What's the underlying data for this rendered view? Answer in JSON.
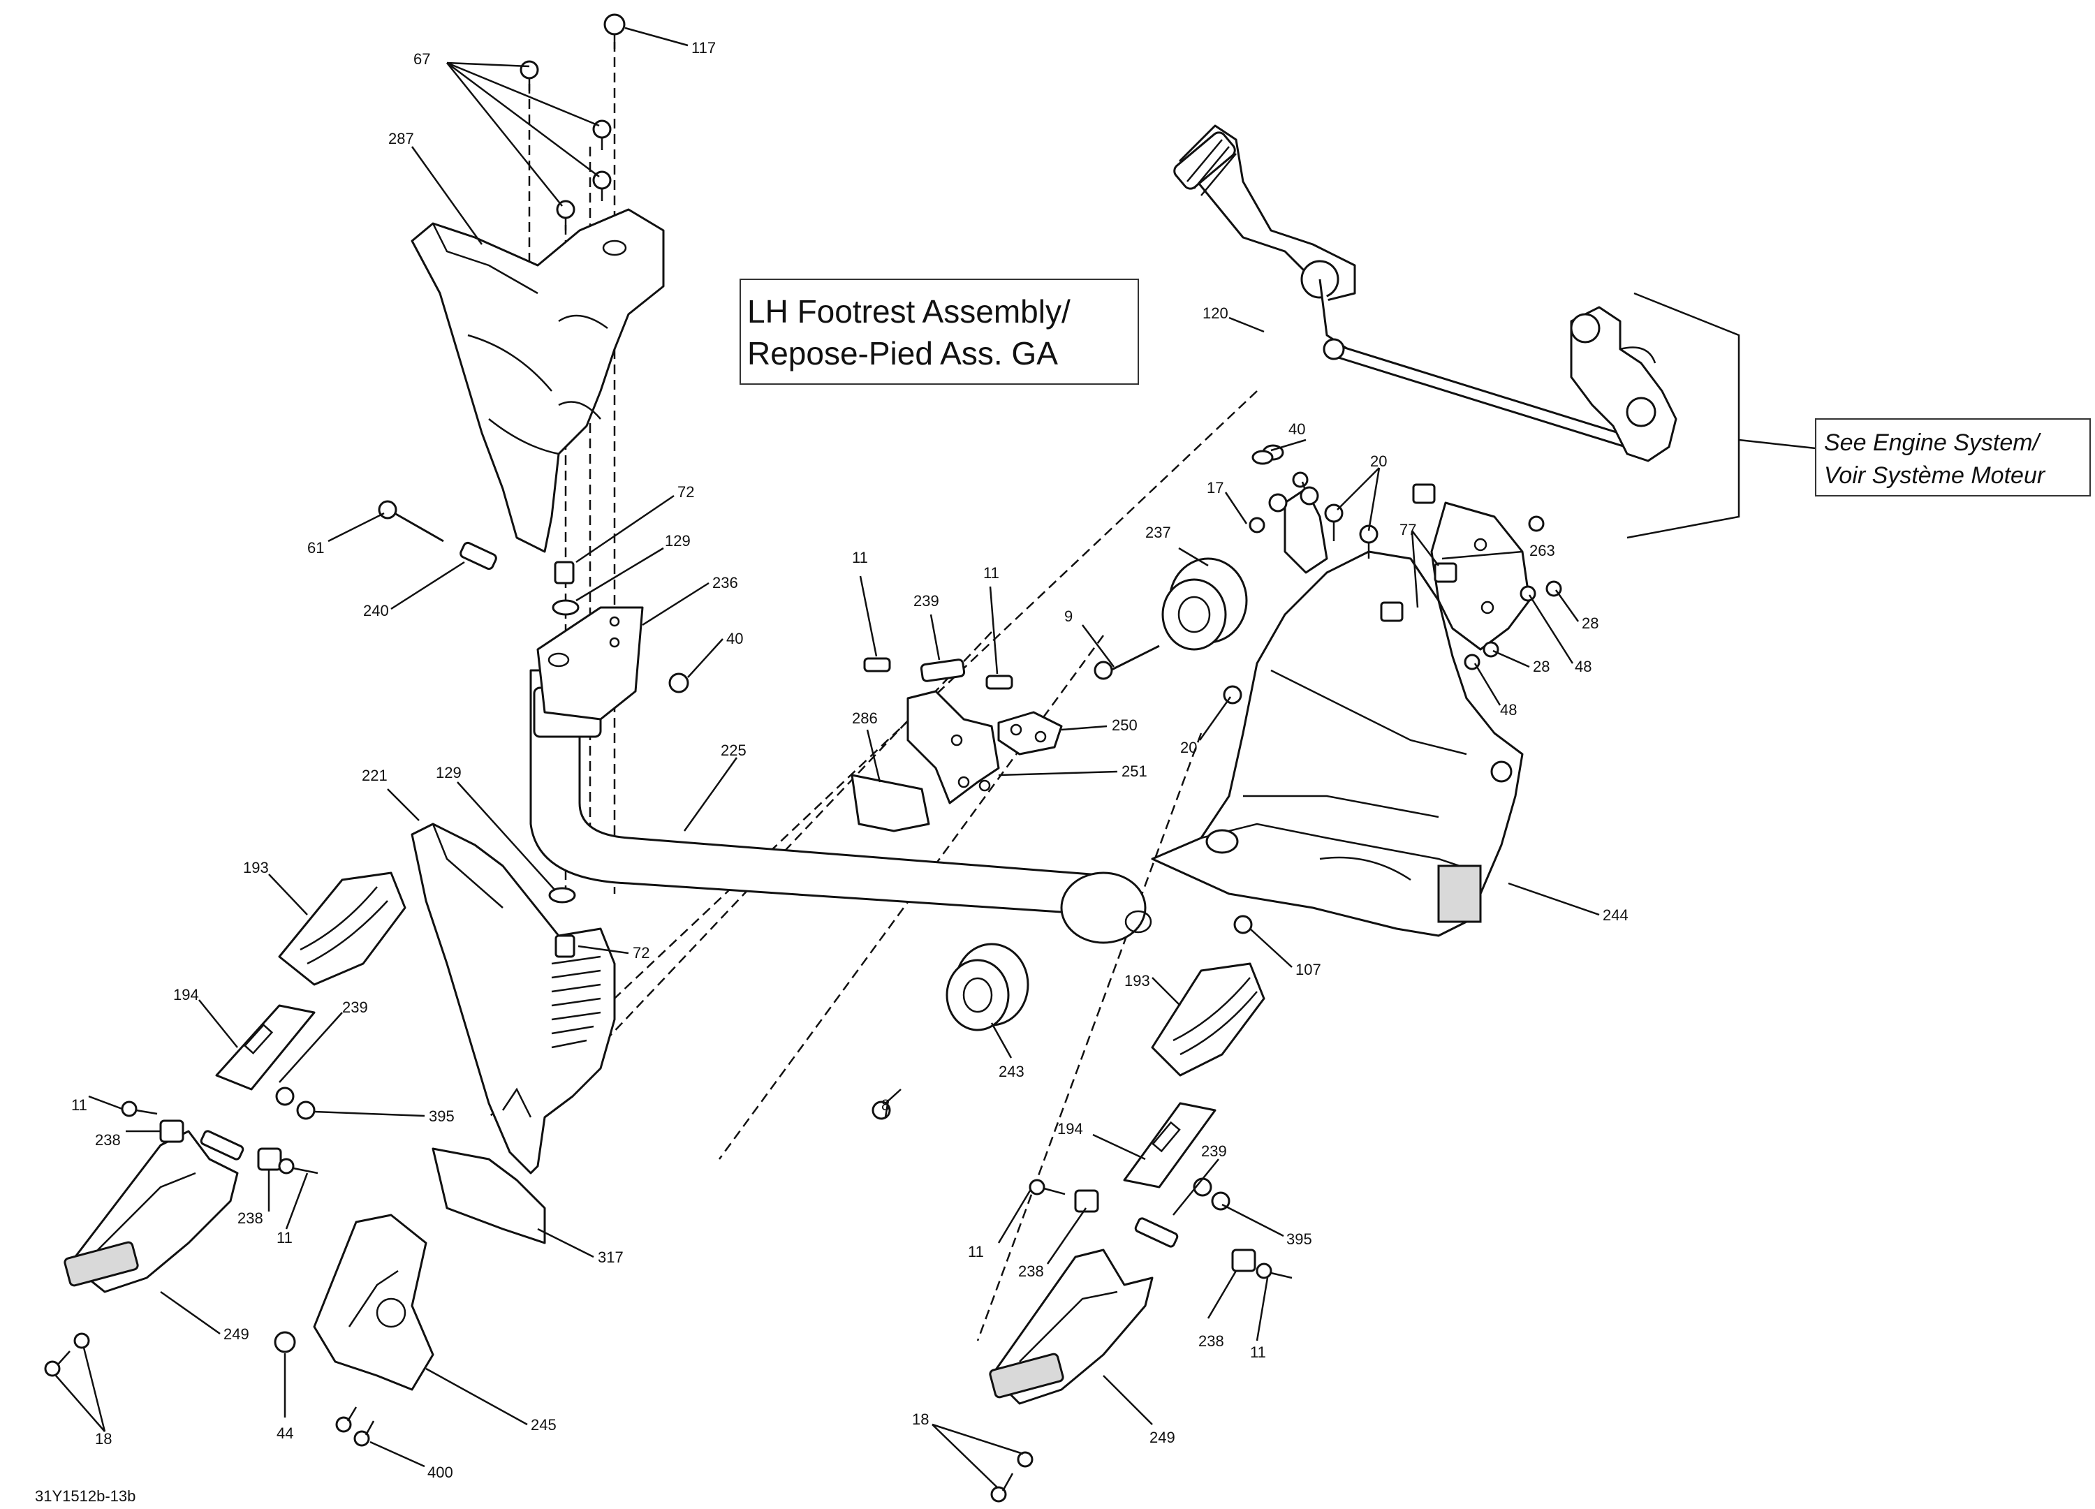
{
  "title": {
    "line1": "LH Footrest Assembly/",
    "line2": "Repose-Pied Ass. GA"
  },
  "note": {
    "line1": "See Engine System/",
    "line2": "Voir Système Moteur"
  },
  "drawing_code": "31Y1512b-13b",
  "callouts": {
    "c117": "117",
    "c67": "67",
    "c287": "287",
    "c61": "61",
    "c72a": "72",
    "c129a": "129",
    "c240": "240",
    "c236": "236",
    "c40a": "40",
    "c11a": "11",
    "c239a": "239",
    "c11b": "11",
    "c286": "286",
    "c250": "250",
    "c251": "251",
    "c225": "225",
    "c221": "221",
    "c129b": "129",
    "c72b": "72",
    "c193a": "193",
    "c194a": "194",
    "c239b": "239",
    "c11c": "11",
    "c238a": "238",
    "c395a": "395",
    "c238b": "238",
    "c11d": "11",
    "c249a": "249",
    "c18a": "18",
    "c317": "317",
    "c44": "44",
    "c245": "245",
    "c400": "400",
    "c120": "120",
    "c40b": "40",
    "c20a": "20",
    "c17": "17",
    "c237": "237",
    "c9": "9",
    "c77": "77",
    "c263": "263",
    "c28a": "28",
    "c48a": "48",
    "c28b": "28",
    "c48b": "48",
    "c20b": "20",
    "c244": "244",
    "c107": "107",
    "c243": "243",
    "c8": "8",
    "c193b": "193",
    "c194b": "194",
    "c239c": "239",
    "c11e": "11",
    "c395b": "395",
    "c238c": "238",
    "c238d": "238",
    "c11f": "11",
    "c249b": "249",
    "c18b": "18"
  }
}
